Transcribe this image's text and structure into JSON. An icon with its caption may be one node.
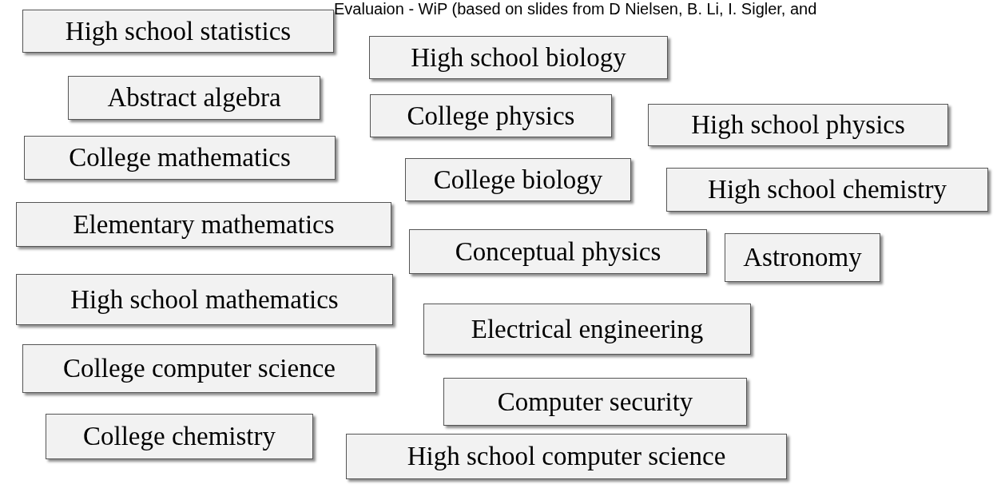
{
  "diagram": {
    "title": "Evaluaion - WiP (based on slides from D Nielsen, B. Li, I. Sigler, and",
    "nodes": [
      {
        "text": [
          "High school statistics"
        ]
      },
      {
        "text": [
          "High school biology"
        ]
      },
      {
        "text": [
          "Abstract algebra"
        ]
      },
      {
        "text": [
          "College physics"
        ]
      },
      {
        "text": [
          "High school physics"
        ]
      },
      {
        "text": [
          "College mathematics"
        ]
      },
      {
        "text": [
          "College biology"
        ]
      },
      {
        "text": [
          "High school chemistry"
        ]
      },
      {
        "text": [
          "Elementary mathematics"
        ]
      },
      {
        "text": [
          "Conceptual physics"
        ]
      },
      {
        "text": [
          "Astronomy"
        ]
      },
      {
        "text": [
          "High school mathematics"
        ]
      },
      {
        "text": [
          "Electrical engineering"
        ]
      },
      {
        "text": [
          "College computer science"
        ]
      },
      {
        "text": [
          "Computer security"
        ]
      },
      {
        "text": [
          "College chemistry"
        ]
      },
      {
        "text": [
          "High school computer science"
        ]
      }
    ]
  }
}
